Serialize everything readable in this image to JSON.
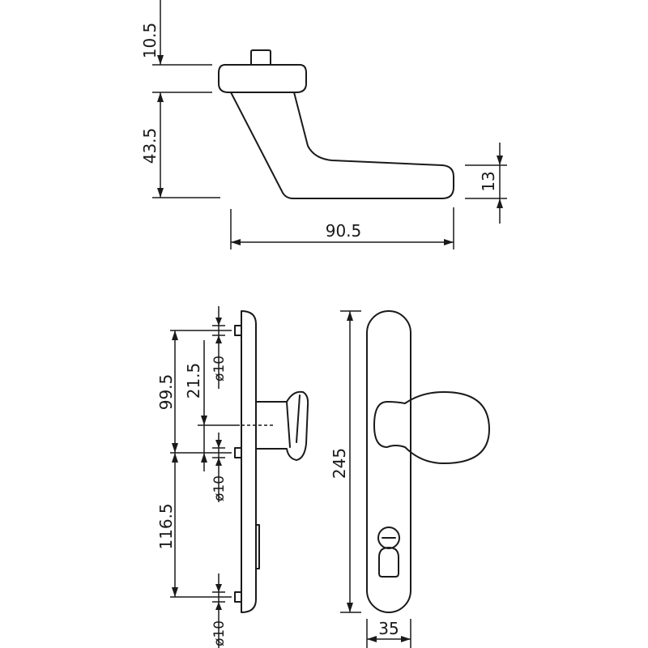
{
  "dimensions": {
    "top_rose_height": "10.5",
    "lever_height": "43.5",
    "lever_thickness": "13",
    "lever_length": "90.5",
    "upper_hole_spacing": "99.5",
    "knob_offset": "21.5",
    "lower_hole_spacing": "116.5",
    "hole_diameter_top": "ø10",
    "hole_diameter_middle": "ø10",
    "hole_diameter_bottom": "ø10",
    "plate_length": "245",
    "plate_width": "35"
  },
  "colors": {
    "line": "#1a1a1a",
    "background": "#ffffff"
  }
}
